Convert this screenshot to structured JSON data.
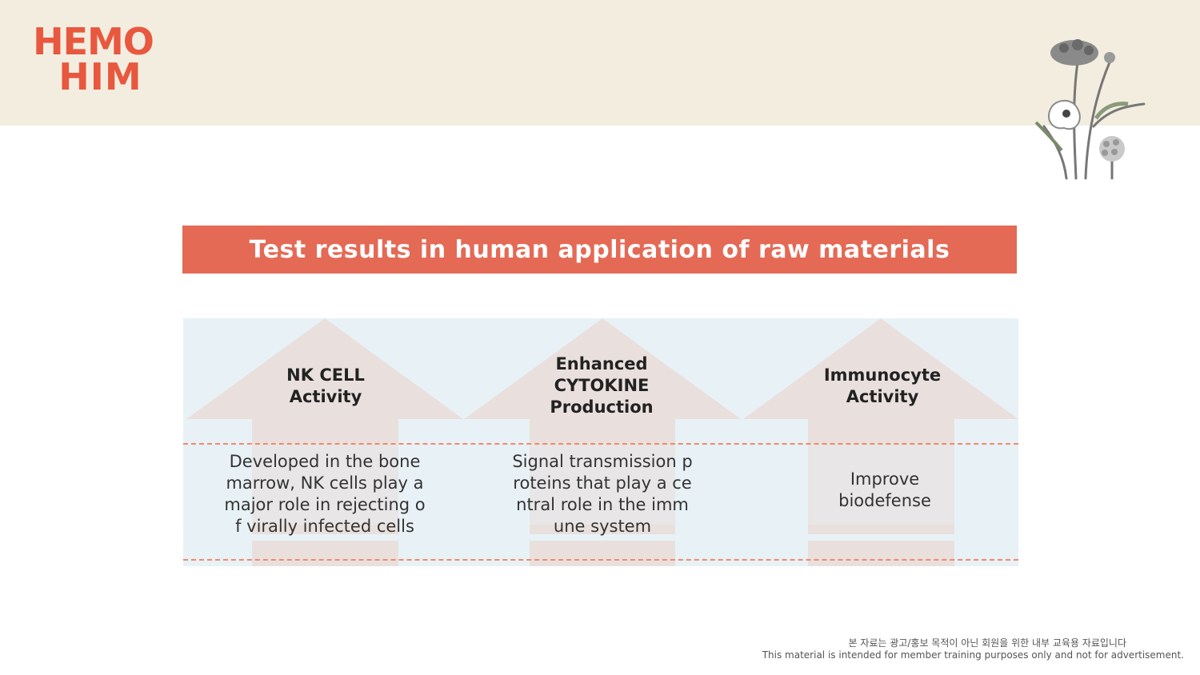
{
  "logo": {
    "line1": "HEMO",
    "line2": "HIM"
  },
  "title": "Test results in human application of raw materials",
  "columns": [
    {
      "title_lines": [
        "NK CELL",
        "Activity"
      ],
      "body_lines": [
        "Developed in the bone",
        "marrow, NK cells play a",
        "major role in rejecting o",
        "f virally infected cells"
      ]
    },
    {
      "title_lines": [
        "Enhanced",
        "CYTOKINE",
        "Production"
      ],
      "body_lines": [
        "Signal transmission p",
        "roteins that play a  ce",
        "ntral role in the imm",
        "une system"
      ]
    },
    {
      "title_lines": [
        "Immunocyte",
        "Activity"
      ],
      "body_lines": [
        "Improve",
        "biodefense"
      ]
    }
  ],
  "disclaimer": {
    "korean": "본 자료는 광고/홍보 목적이 아닌 회원을 위한 내부 교육용 자료입니다",
    "english": "This material is intended for member training purposes only and not for advertisement."
  },
  "colors": {
    "accent": "#e46a55",
    "panel": "#e8f2f6",
    "arrow": "#ead9d4",
    "logo": "#e8583f",
    "band": "#f3ede0"
  }
}
